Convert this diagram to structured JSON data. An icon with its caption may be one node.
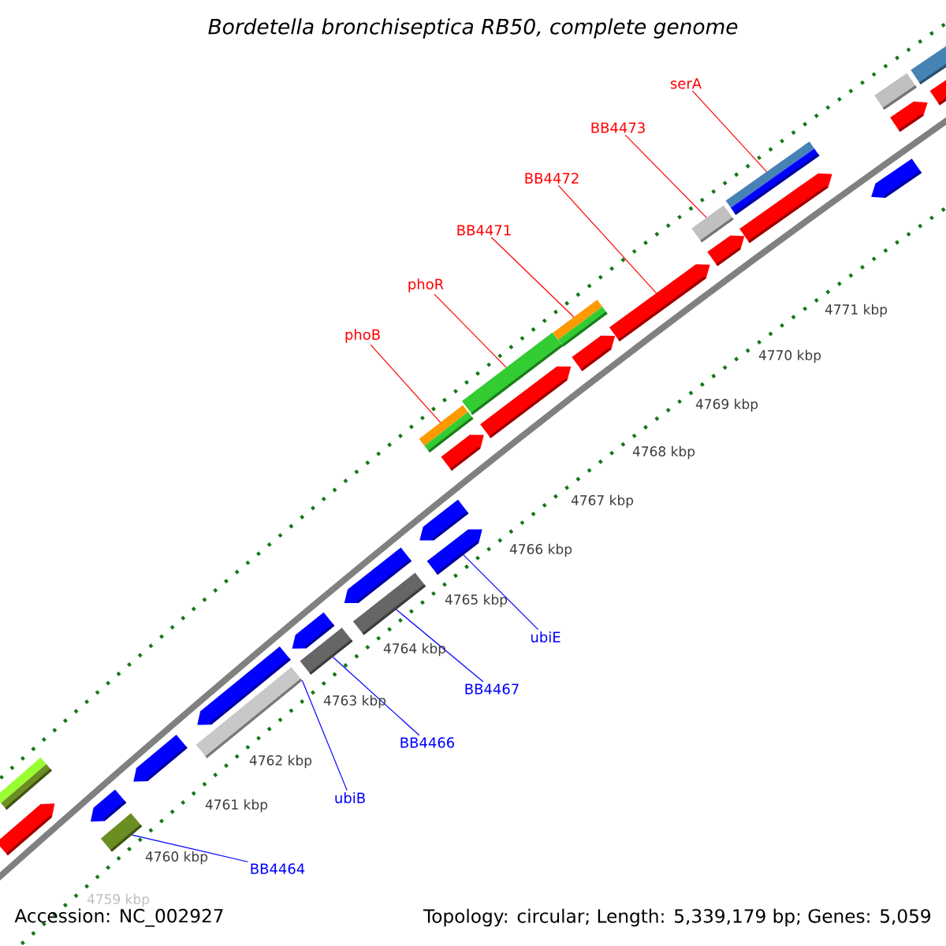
{
  "diagram": {
    "title": "Bordetella bronchiseptica RB50, complete genome",
    "nodes": [
      {
        "text": [
          "phoB"
        ]
      },
      {
        "text": [
          "phoR"
        ]
      },
      {
        "text": [
          "BB4471"
        ]
      },
      {
        "text": [
          "BB4472"
        ]
      },
      {
        "text": [
          "BB4473"
        ]
      },
      {
        "text": [
          "serA"
        ]
      },
      {
        "text": [
          "ubiE"
        ]
      },
      {
        "text": [
          "BB4467"
        ]
      },
      {
        "text": [
          "BB4466"
        ]
      },
      {
        "text": [
          "ubiB"
        ]
      },
      {
        "text": [
          "BB4464"
        ]
      },
      {
        "text": [],
        "shape": "bar"
      },
      {
        "text": [],
        "shape": "bar"
      },
      {
        "text": [],
        "shape": "bar"
      },
      {
        "text": [],
        "shape": "bar"
      },
      {
        "text": [],
        "shape": "bar"
      },
      {
        "text": [],
        "shape": "bar"
      },
      {
        "text": [],
        "shape": "bar"
      },
      {
        "text": [],
        "shape": "bar"
      },
      {
        "text": [],
        "shape": "bar"
      },
      {
        "text": [],
        "shape": "bar"
      },
      {
        "text": [],
        "shape": "bar"
      },
      {
        "text": [],
        "shape": "bar"
      },
      {
        "text": [],
        "shape": "bar"
      },
      {
        "text": [],
        "shape": "bar"
      },
      {
        "text": [],
        "shape": "bar"
      },
      {
        "text": [],
        "shape": "bar"
      },
      {
        "text": [],
        "shape": "bar"
      },
      {
        "text": [],
        "shape": "bar"
      },
      {
        "text": [],
        "shape": "bar"
      },
      {
        "text": [],
        "shape": "bar"
      },
      {
        "text": [],
        "shape": "bar"
      },
      {
        "text": [],
        "shape": "bar"
      },
      {
        "text": [],
        "shape": "bar"
      },
      {
        "text": [],
        "shape": "bar"
      },
      {
        "text": [],
        "shape": "bar"
      },
      {
        "text": [],
        "shape": "bar"
      },
      {
        "text": [],
        "shape": "bar"
      },
      {
        "text": [],
        "shape": "bar"
      },
      {
        "text": [],
        "shape": "bar"
      }
    ],
    "edges": [
      {
        "from": 0,
        "to": 23,
        "arrow": "none"
      },
      {
        "from": 1,
        "to": 26,
        "arrow": "none"
      },
      {
        "from": 2,
        "to": 28,
        "arrow": "none"
      },
      {
        "from": 3,
        "to": 30,
        "arrow": "none"
      },
      {
        "from": 4,
        "to": 31,
        "arrow": "none"
      },
      {
        "from": 5,
        "to": 33,
        "arrow": "none"
      },
      {
        "from": 6,
        "to": 24,
        "arrow": "none",
        "color": "#0000ff"
      },
      {
        "from": 7,
        "to": 21,
        "arrow": "none",
        "color": "#0000ff"
      },
      {
        "from": 8,
        "to": 19,
        "arrow": "none",
        "color": "#0000ff"
      },
      {
        "from": 9,
        "to": 17,
        "arrow": "none",
        "color": "#0000ff"
      },
      {
        "from": 10,
        "to": 14,
        "arrow": "none",
        "color": "#0000ff"
      }
    ],
    "labels": [
      "4771 kbp",
      "4770 kbp",
      "4769 kbp",
      "4768 kbp",
      "4767 kbp",
      "4766 kbp",
      "4765 kbp",
      "4764 kbp",
      "4763 kbp",
      "4762 kbp",
      "4761 kbp",
      "4760 kbp",
      "4759 kbp",
      "Accession: NC_002927",
      "Topology: circular; Length: 5,339,179 bp; Genes: 5,059"
    ]
  }
}
